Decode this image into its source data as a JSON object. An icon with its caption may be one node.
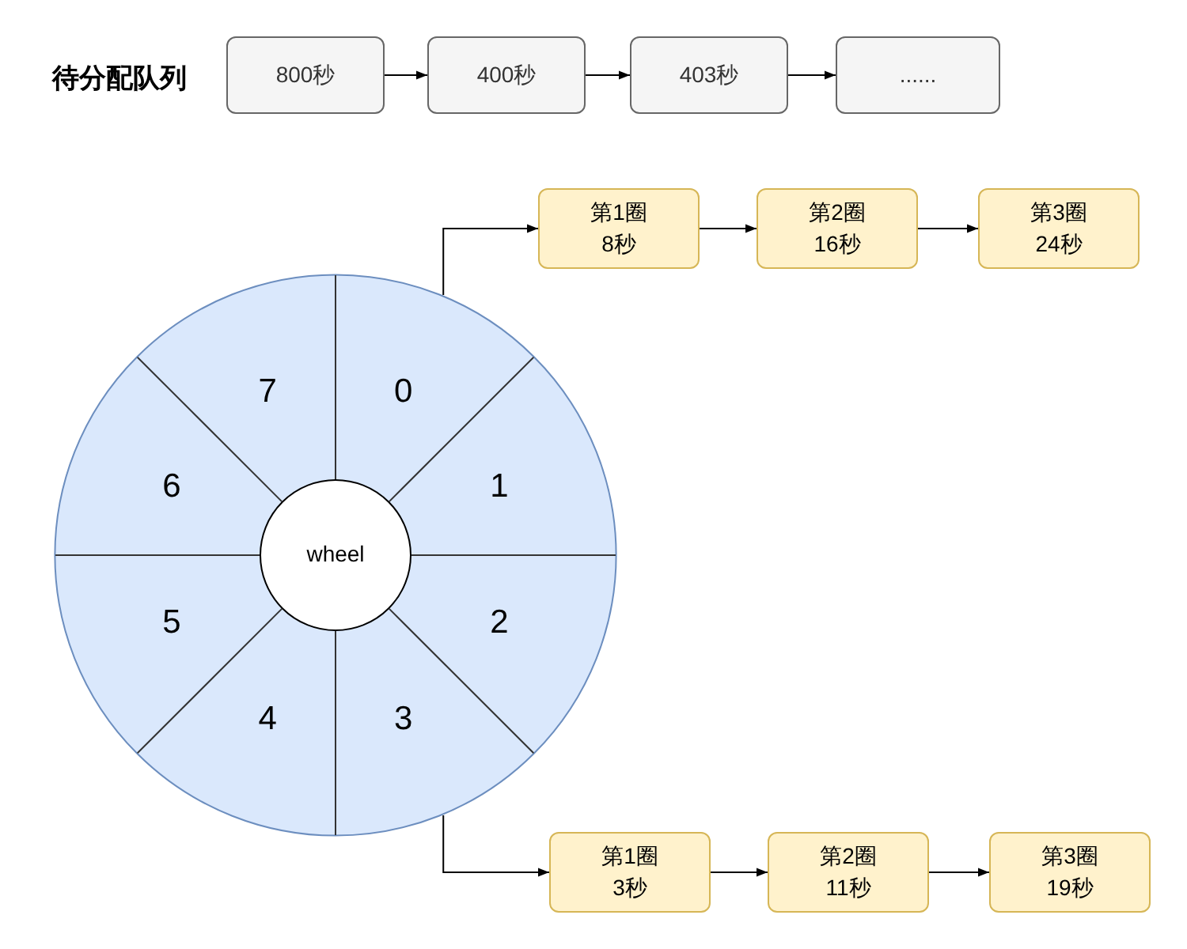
{
  "diagram": {
    "nodes": [
      {
        "text": [
          "800秒"
        ]
      },
      {
        "text": [
          "400秒"
        ]
      },
      {
        "text": [
          "403秒"
        ]
      },
      {
        "text": [
          "......"
        ]
      },
      {
        "text": [],
        "shape": "circle"
      },
      {
        "text": [
          "0"
        ],
        "in": 4
      },
      {
        "text": [
          "1"
        ],
        "in": 4
      },
      {
        "text": [
          "2"
        ],
        "in": 4
      },
      {
        "text": [
          "3"
        ],
        "in": 4
      },
      {
        "text": [
          "4"
        ],
        "in": 4
      },
      {
        "text": [
          "5"
        ],
        "in": 4
      },
      {
        "text": [
          "6"
        ],
        "in": 4
      },
      {
        "text": [
          "7"
        ],
        "in": 4
      },
      {
        "text": [
          "wheel"
        ],
        "in": 4
      },
      {
        "text": [
          "第1圈",
          "8秒"
        ]
      },
      {
        "text": [
          "第2圈",
          "16秒"
        ]
      },
      {
        "text": [
          "第3圈",
          "24秒"
        ]
      },
      {
        "text": [
          "第1圈",
          "3秒"
        ]
      },
      {
        "text": [
          "第2圈",
          "11秒"
        ]
      },
      {
        "text": [
          "第3圈",
          "19秒"
        ]
      }
    ],
    "edges": [
      {
        "from": 0,
        "to": 1,
        "arrow": "to"
      },
      {
        "from": 1,
        "to": 2,
        "arrow": "to"
      },
      {
        "from": 2,
        "to": 3,
        "arrow": "to"
      },
      {
        "from": 5,
        "to": 14,
        "arrow": "to"
      },
      {
        "from": 14,
        "to": 15,
        "arrow": "to"
      },
      {
        "from": 15,
        "to": 16,
        "arrow": "to"
      },
      {
        "from": 8,
        "to": 17,
        "arrow": "to"
      },
      {
        "from": 17,
        "to": 18,
        "arrow": "to"
      },
      {
        "from": 18,
        "to": 19,
        "arrow": "to"
      }
    ],
    "labels": [
      "待分配队列"
    ]
  }
}
